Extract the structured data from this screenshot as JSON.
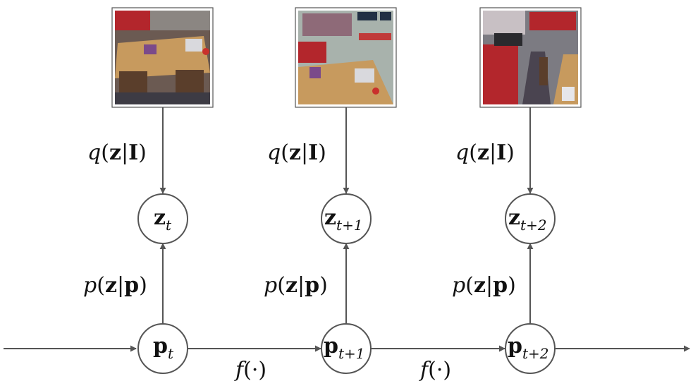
{
  "colors": {
    "stroke": "#555555",
    "text": "#111111",
    "wood": "#c79a5e",
    "red": "#b3262c",
    "chair": "#5a3e2b"
  },
  "images": [
    {
      "name": "frame-t"
    },
    {
      "name": "frame-t+1"
    },
    {
      "name": "frame-t+2"
    }
  ],
  "labels": {
    "q": {
      "f": "q",
      "open": "(",
      "z": "z",
      "bar": "|",
      "arg": "I",
      "close": ")"
    },
    "p": {
      "f": "p",
      "open": "(",
      "z": "z",
      "bar": "|",
      "arg": "p",
      "close": ")"
    },
    "f": {
      "f": "f",
      "open": "(",
      "arg": "·",
      "close": ")"
    }
  },
  "nodes": {
    "z": {
      "base": "z",
      "subs": [
        "t",
        "t+1",
        "t+2"
      ]
    },
    "p": {
      "base": "p",
      "subs": [
        "t",
        "t+1",
        "t+2"
      ]
    }
  }
}
